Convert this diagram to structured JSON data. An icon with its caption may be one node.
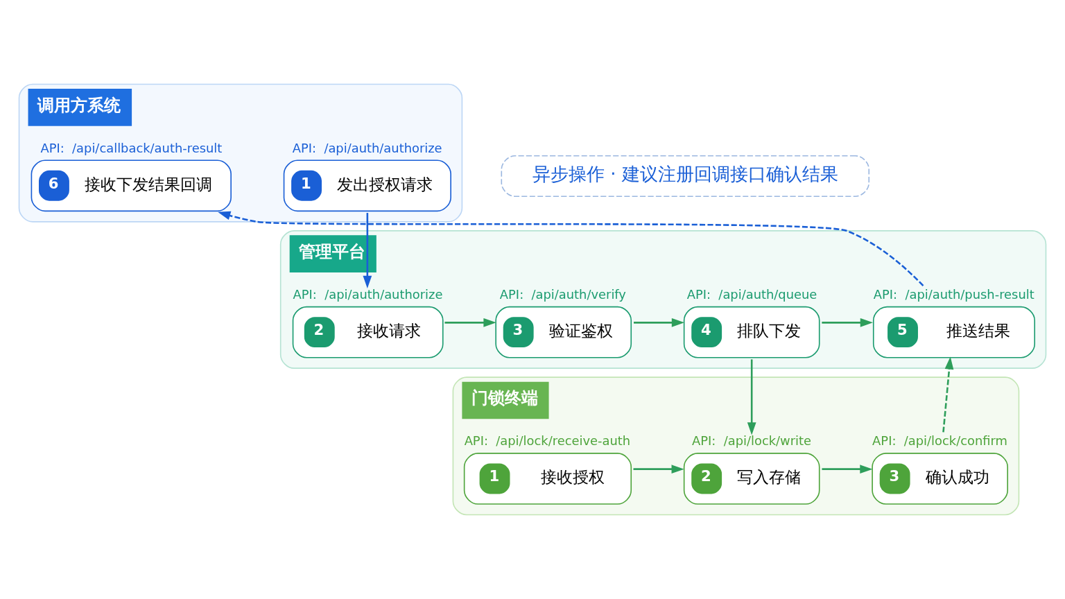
{
  "diagram": {
    "nodes": [
      {
        "text": [
          "调用方系统"
        ]
      },
      {
        "text": [
          "1",
          "发出授权请求"
        ],
        "in": 0,
        "beside": [
          "API:  /api/auth/authorize"
        ]
      },
      {
        "text": [
          "6",
          "接收下发结果回调"
        ],
        "in": 0,
        "beside": [
          "API:  /api/callback/auth-result"
        ]
      },
      {
        "text": [
          "管理平台"
        ]
      },
      {
        "text": [
          "2",
          "接收请求"
        ],
        "in": 3,
        "beside": [
          "API:  /api/auth/authorize"
        ]
      },
      {
        "text": [
          "3",
          "验证鉴权"
        ],
        "in": 3,
        "beside": [
          "API:  /api/auth/verify"
        ]
      },
      {
        "text": [
          "4",
          "排队下发"
        ],
        "in": 3,
        "beside": [
          "API:  /api/auth/queue"
        ]
      },
      {
        "text": [
          "5",
          "推送结果"
        ],
        "in": 3,
        "beside": [
          "API:  /api/auth/push-result"
        ]
      },
      {
        "text": [
          "门锁终端"
        ]
      },
      {
        "text": [
          "1",
          "接收授权"
        ],
        "in": 8,
        "beside": [
          "API:  /api/lock/receive-auth"
        ]
      },
      {
        "text": [
          "2",
          "写入存储"
        ],
        "in": 8,
        "beside": [
          "API:  /api/lock/write"
        ]
      },
      {
        "text": [
          "3",
          "确认成功"
        ],
        "in": 8,
        "beside": [
          "API:  /api/lock/confirm"
        ]
      },
      {
        "text": [
          "异步操作 · 建议注册回调接口确认结果"
        ]
      }
    ],
    "edges": [
      {
        "from": 1,
        "to": 4,
        "arrow": "to",
        "color": "#1a5fd6"
      },
      {
        "from": 4,
        "to": 5,
        "arrow": "to"
      },
      {
        "from": 5,
        "to": 6,
        "arrow": "to"
      },
      {
        "from": 6,
        "to": 7,
        "arrow": "to"
      },
      {
        "from": 6,
        "to": 10,
        "arrow": "to"
      },
      {
        "from": 9,
        "to": 10,
        "arrow": "to"
      },
      {
        "from": 10,
        "to": 11,
        "arrow": "to"
      },
      {
        "from": 11,
        "to": 7,
        "arrow": "to",
        "style": "dashed"
      },
      {
        "from": 7,
        "to": 2,
        "arrow": "to",
        "style": "dashed",
        "color": "#1a5fd6"
      }
    ]
  }
}
